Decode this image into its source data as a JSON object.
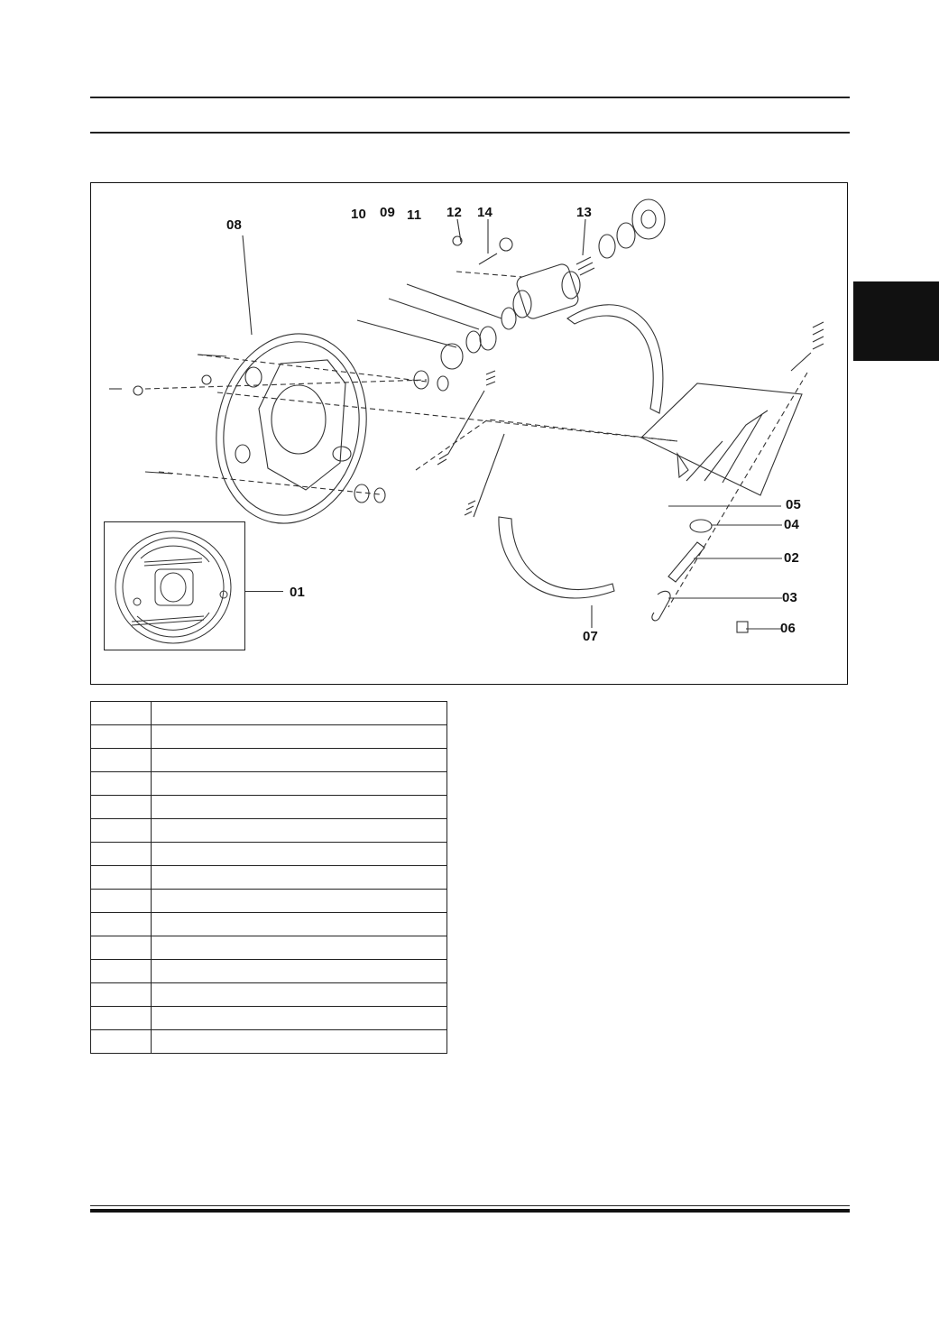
{
  "diagram": {
    "callouts": [
      "01",
      "02",
      "03",
      "04",
      "05",
      "06",
      "07",
      "08",
      "09",
      "10",
      "11",
      "12",
      "13",
      "14"
    ]
  },
  "parts_table": {
    "rows": [
      {
        "no": "",
        "name": ""
      },
      {
        "no": "",
        "name": ""
      },
      {
        "no": "",
        "name": ""
      },
      {
        "no": "",
        "name": ""
      },
      {
        "no": "",
        "name": ""
      },
      {
        "no": "",
        "name": ""
      },
      {
        "no": "",
        "name": ""
      },
      {
        "no": "",
        "name": ""
      },
      {
        "no": "",
        "name": ""
      },
      {
        "no": "",
        "name": ""
      },
      {
        "no": "",
        "name": ""
      },
      {
        "no": "",
        "name": ""
      },
      {
        "no": "",
        "name": ""
      },
      {
        "no": "",
        "name": ""
      },
      {
        "no": "",
        "name": ""
      }
    ]
  }
}
